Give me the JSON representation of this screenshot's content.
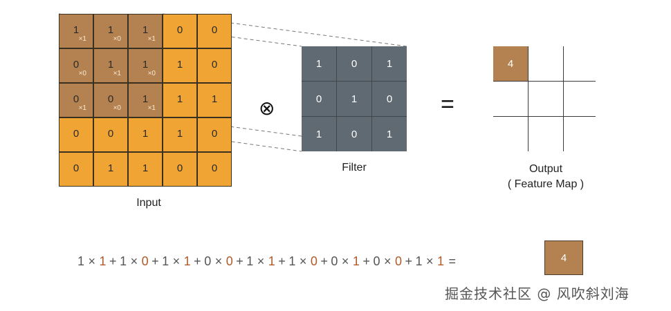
{
  "input": {
    "label": "Input",
    "rows": [
      [
        "1",
        "1",
        "1",
        "0",
        "0"
      ],
      [
        "0",
        "1",
        "1",
        "1",
        "0"
      ],
      [
        "0",
        "0",
        "1",
        "1",
        "1"
      ],
      [
        "0",
        "0",
        "1",
        "1",
        "0"
      ],
      [
        "0",
        "1",
        "1",
        "0",
        "0"
      ]
    ],
    "multipliers": [
      [
        "×1",
        "×0",
        "×1"
      ],
      [
        "×0",
        "×1",
        "×0"
      ],
      [
        "×1",
        "×0",
        "×1"
      ]
    ],
    "highlight_color": "#b48250",
    "cell_color": "#f0a434"
  },
  "filter": {
    "label": "Filter",
    "rows": [
      [
        "1",
        "0",
        "1"
      ],
      [
        "0",
        "1",
        "0"
      ],
      [
        "1",
        "0",
        "1"
      ]
    ],
    "cell_color": "#5f6a72"
  },
  "output": {
    "label_line1": "Output",
    "label_line2": "( Feature Map )",
    "first_value": "4"
  },
  "operators": {
    "convolve": "⊗",
    "equals": "="
  },
  "equation": {
    "terms": [
      {
        "a": "1",
        "b": "1"
      },
      {
        "a": "1",
        "b": "0"
      },
      {
        "a": "1",
        "b": "1"
      },
      {
        "a": "0",
        "b": "0"
      },
      {
        "a": "1",
        "b": "1"
      },
      {
        "a": "1",
        "b": "0"
      },
      {
        "a": "0",
        "b": "1"
      },
      {
        "a": "0",
        "b": "0"
      },
      {
        "a": "1",
        "b": "1"
      }
    ],
    "times": "×",
    "plus": "+",
    "equals": "=",
    "result": "4",
    "accent_color": "#b15a2a"
  },
  "watermark": "掘金技术社区 @ 风吹斜刘海"
}
